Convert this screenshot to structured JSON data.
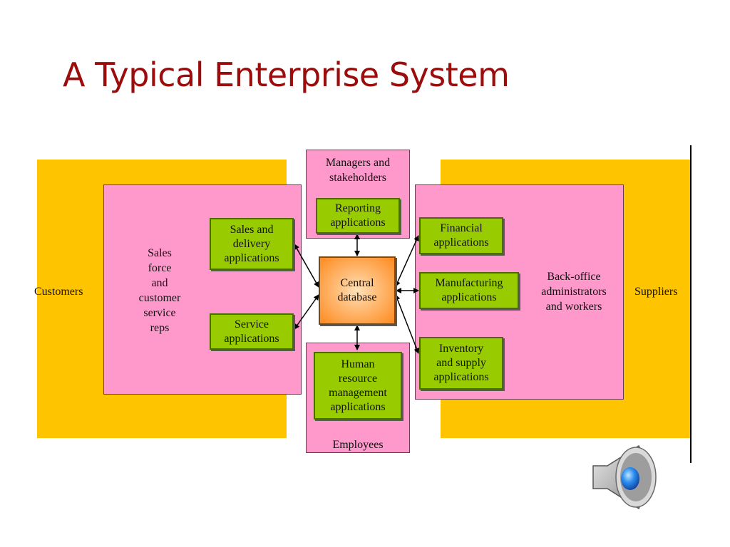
{
  "slide": {
    "title": "A Typical Enterprise System"
  },
  "diagram": {
    "customers": "Customers",
    "suppliers": "Suppliers",
    "sales_force": "Sales\nforce\nand\ncustomer\nservice\nreps",
    "managers": "Managers and\nstakeholders",
    "employees": "Employees",
    "back_office": "Back-office\nadministrators\nand workers",
    "central_db": "Central\ndatabase",
    "apps": {
      "sales_delivery": "Sales and\ndelivery\napplications",
      "service": "Service\napplications",
      "reporting": "Reporting\napplications",
      "hr": "Human\nresource\nmanagement\napplications",
      "financial": "Financial\napplications",
      "manufacturing": "Manufacturing\napplications",
      "inventory": "Inventory\nand supply\napplications"
    },
    "colors": {
      "title": "#9b0c0c",
      "outer_region": "#ffc400",
      "role_region": "#ff99cc",
      "application": "#99cc00",
      "database": "#ff9933"
    }
  },
  "controls": {
    "audio_icon": "speaker-icon"
  }
}
